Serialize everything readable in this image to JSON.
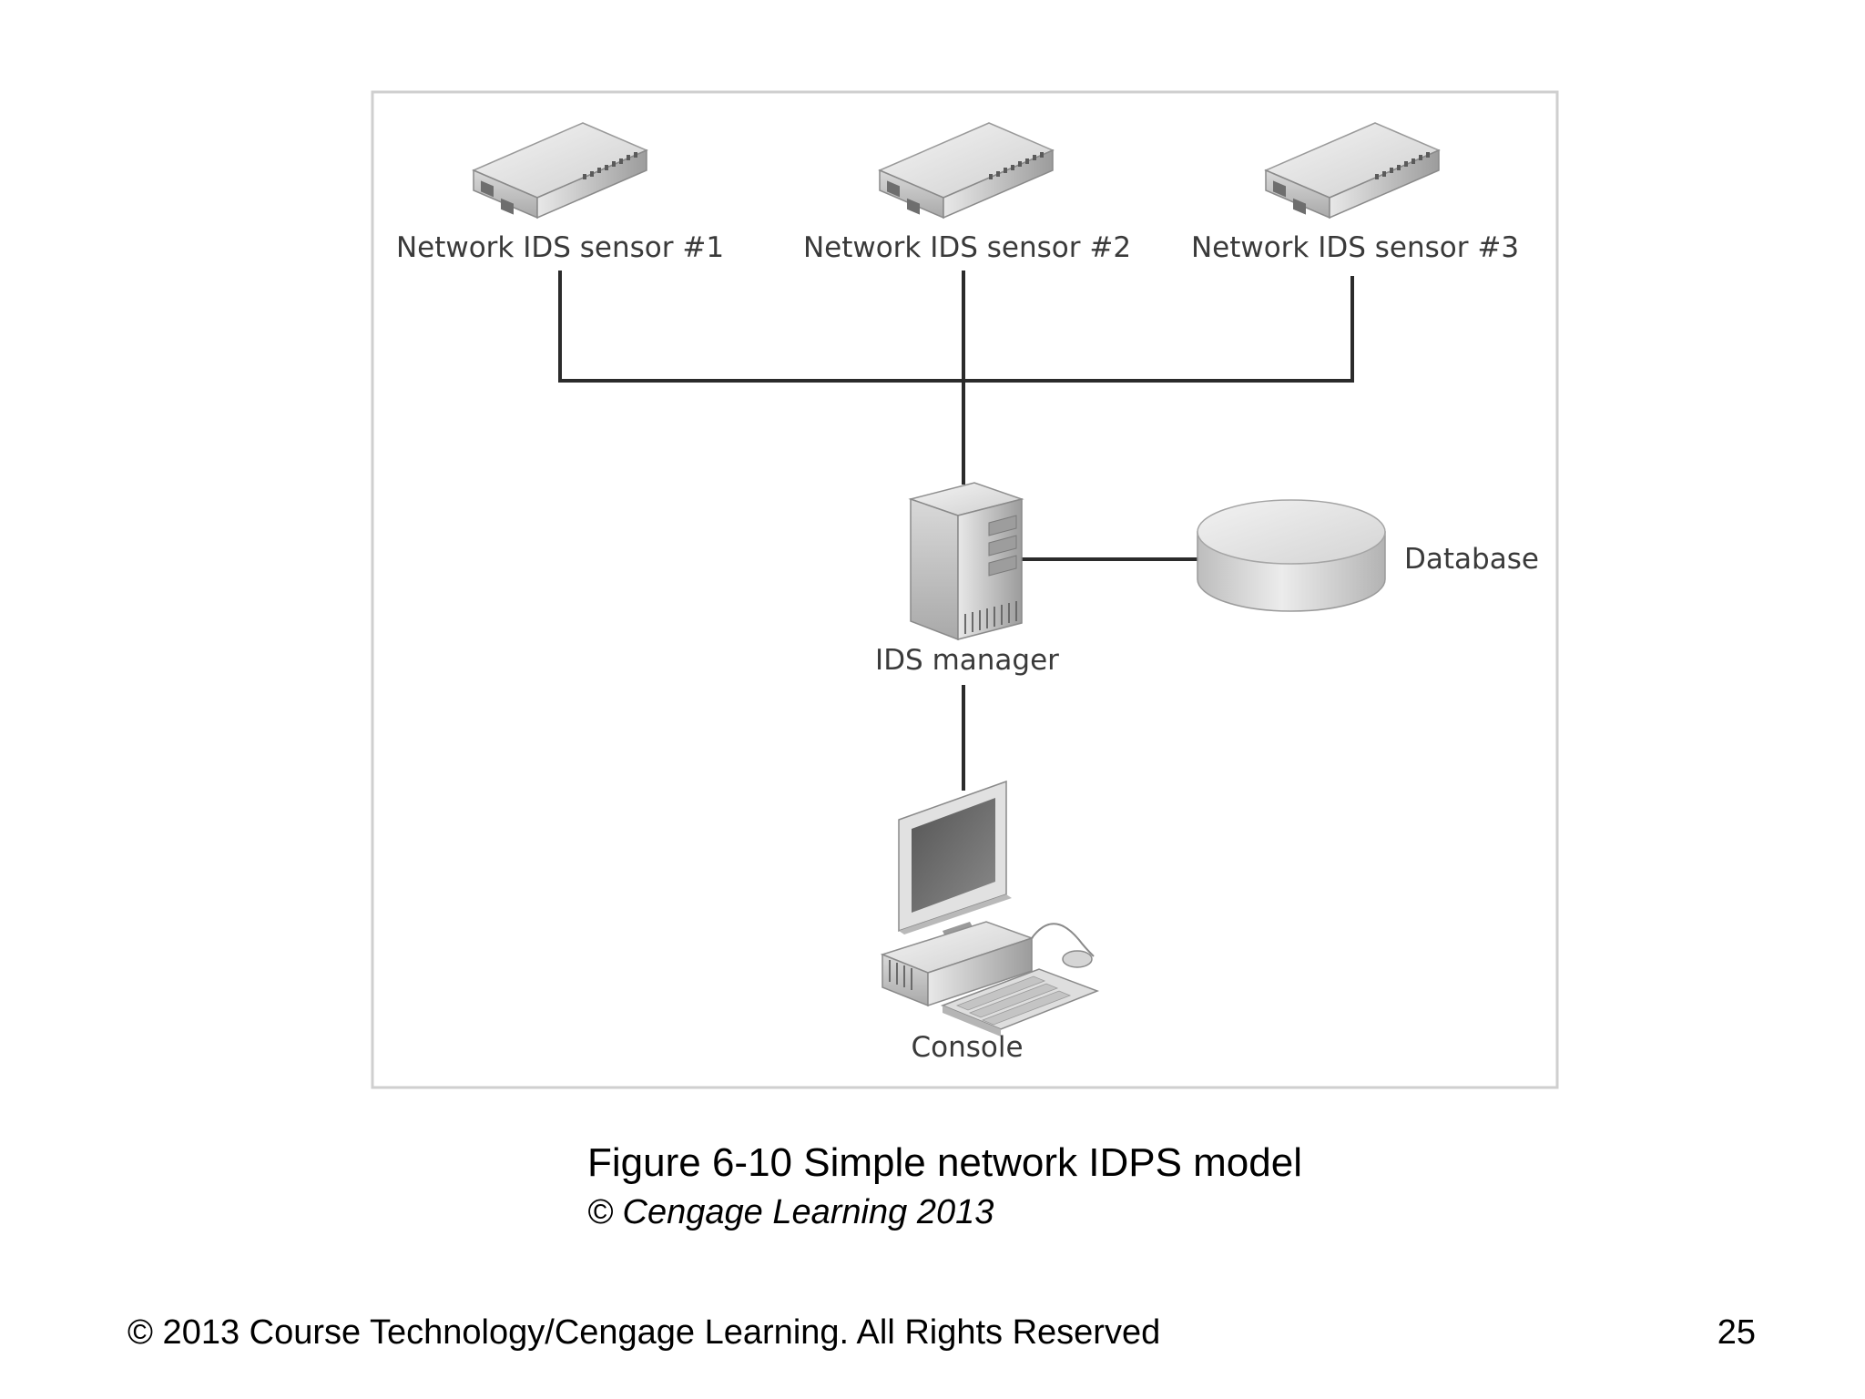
{
  "figure": {
    "nodes": {
      "sensor1": {
        "label": "Network IDS sensor #1",
        "icon": "network-switch-icon"
      },
      "sensor2": {
        "label": "Network IDS sensor #2",
        "icon": "network-switch-icon"
      },
      "sensor3": {
        "label": "Network IDS sensor #3",
        "icon": "network-switch-icon"
      },
      "manager": {
        "label": "IDS manager",
        "icon": "server-tower-icon"
      },
      "database": {
        "label": "Database",
        "icon": "database-icon"
      },
      "console": {
        "label": "Console",
        "icon": "desktop-computer-icon"
      }
    },
    "edges": [
      {
        "from": "sensor1",
        "to": "manager"
      },
      {
        "from": "sensor2",
        "to": "manager"
      },
      {
        "from": "sensor3",
        "to": "manager"
      },
      {
        "from": "manager",
        "to": "database"
      },
      {
        "from": "manager",
        "to": "console"
      }
    ]
  },
  "caption": {
    "title": "Figure 6-10 Simple network IDPS model",
    "credit": "© Cengage Learning 2013"
  },
  "footer": {
    "copyright": "© 2013 Course Technology/Cengage Learning. All Rights Reserved",
    "page_number": "25"
  },
  "colors": {
    "connector": "#2b2b2b",
    "frame": "#cfcfcf",
    "label": "#3a3a3a"
  }
}
